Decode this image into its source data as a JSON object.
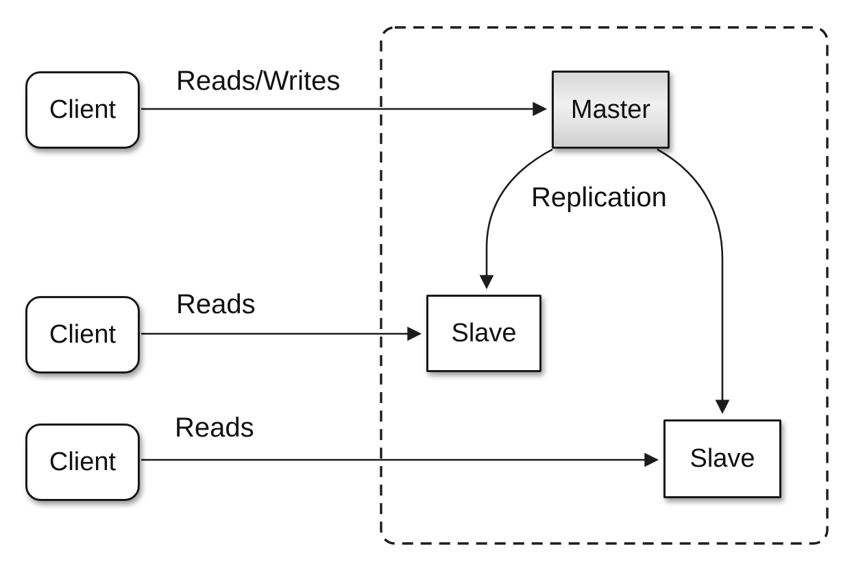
{
  "diagram": {
    "type": "master-slave-replication-architecture",
    "colors": {
      "background": "#ffffff",
      "stroke": "#1c1c1c",
      "text": "#111111",
      "node_fill": "#ffffff",
      "master_fill_top": "#d7d7d7",
      "master_fill_mid": "#f0f0f0",
      "master_fill_bottom": "#cdcdcd"
    },
    "cluster": {
      "style": "dashed-rounded-rectangle",
      "contains": [
        "master",
        "slave1",
        "slave2"
      ]
    },
    "nodes": {
      "client1": {
        "label": "Client",
        "shape": "rounded-rectangle"
      },
      "client2": {
        "label": "Client",
        "shape": "rounded-rectangle"
      },
      "client3": {
        "label": "Client",
        "shape": "rounded-rectangle"
      },
      "master": {
        "label": "Master",
        "shape": "rectangle-gray-gradient"
      },
      "slave1": {
        "label": "Slave",
        "shape": "rectangle"
      },
      "slave2": {
        "label": "Slave",
        "shape": "rectangle"
      }
    },
    "edges": [
      {
        "from": "client1",
        "to": "master",
        "label": "Reads/Writes",
        "style": "straight-arrow"
      },
      {
        "from": "client2",
        "to": "slave1",
        "label": "Reads",
        "style": "straight-arrow"
      },
      {
        "from": "client3",
        "to": "slave2",
        "label": "Reads",
        "style": "straight-arrow"
      },
      {
        "from": "master",
        "to": "slave1",
        "label": "Replication",
        "style": "curved-arrow"
      },
      {
        "from": "master",
        "to": "slave2",
        "label": "",
        "style": "curved-arrow"
      }
    ]
  }
}
